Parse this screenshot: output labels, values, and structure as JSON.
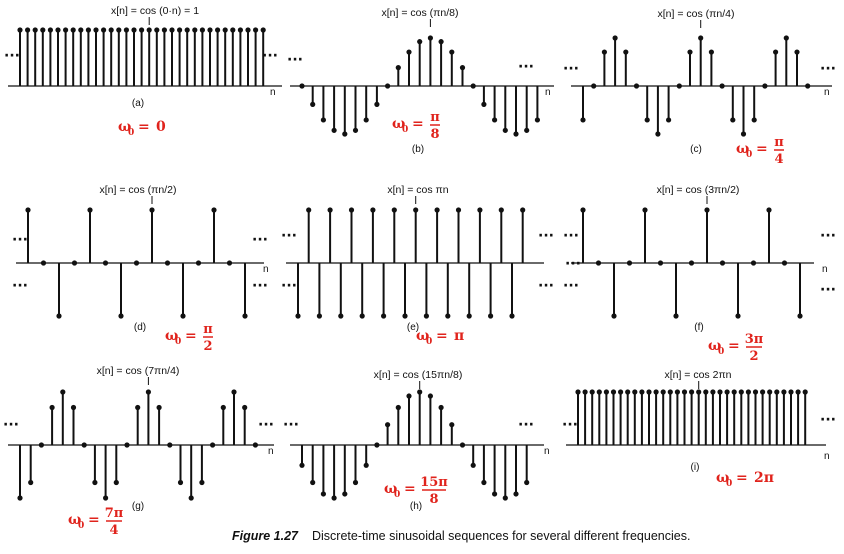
{
  "caption": {
    "figure_label": "Figure 1.27",
    "text": "Discrete-time sinusoidal sequences for several different frequencies."
  },
  "panels": [
    {
      "id": "a",
      "title": "x[n] = cos (0·n) = 1",
      "label": "(a)",
      "axis": "n",
      "w0_num": "0",
      "w0_den": "",
      "omega_symbol": "ω",
      "omega_sub": "0",
      "freq_pi": 0,
      "samples": [
        1,
        1,
        1,
        1,
        1,
        1,
        1,
        1,
        1,
        1,
        1,
        1,
        1,
        1,
        1,
        1,
        1,
        1,
        1,
        1,
        1,
        1,
        1,
        1,
        1,
        1,
        1,
        1,
        1,
        1,
        1,
        1,
        1,
        1
      ]
    },
    {
      "id": "b",
      "title": "x[n] = cos (πn/8)",
      "label": "(b)",
      "axis": "n",
      "w0_num": "π",
      "w0_den": "8",
      "omega_symbol": "ω",
      "omega_sub": "0",
      "freq_pi": 0.125,
      "samples": []
    },
    {
      "id": "c",
      "title": "x[n] = cos (πn/4)",
      "label": "(c)",
      "axis": "n",
      "w0_num": "π",
      "w0_den": "4",
      "omega_symbol": "ω",
      "omega_sub": "0",
      "freq_pi": 0.25,
      "samples": []
    },
    {
      "id": "d",
      "title": "x[n] = cos (πn/2)",
      "label": "(d)",
      "axis": "n",
      "w0_num": "π",
      "w0_den": "2",
      "omega_symbol": "ω",
      "omega_sub": "0",
      "freq_pi": 0.5,
      "samples": []
    },
    {
      "id": "e",
      "title": "x[n] = cos πn",
      "label": "(e)",
      "axis": "",
      "w0_num": "π",
      "w0_den": "",
      "omega_symbol": "ω",
      "omega_sub": "0",
      "freq_pi": 1,
      "samples": []
    },
    {
      "id": "f",
      "title": "x[n] = cos (3πn/2)",
      "label": "(f)",
      "axis": "n",
      "w0_num": "3π",
      "w0_den": "2",
      "omega_symbol": "ω",
      "omega_sub": "0",
      "freq_pi": 1.5,
      "samples": []
    },
    {
      "id": "g",
      "title": "x[n] = cos (7πn/4)",
      "label": "(g)",
      "axis": "n",
      "w0_num": "7π",
      "w0_den": "4",
      "omega_symbol": "ω",
      "omega_sub": "0",
      "freq_pi": 1.75,
      "samples": []
    },
    {
      "id": "h",
      "title": "x[n] = cos (15πn/8)",
      "label": "(h)",
      "axis": "n",
      "w0_num": "15π",
      "w0_den": "8",
      "omega_symbol": "ω",
      "omega_sub": "0",
      "freq_pi": 1.875,
      "samples": []
    },
    {
      "id": "i",
      "title": "x[n] = cos 2πn",
      "label": "(i)",
      "axis": "n",
      "w0_num": "2π",
      "w0_den": "",
      "omega_symbol": "ω",
      "omega_sub": "0",
      "freq_pi": 2,
      "samples": []
    }
  ],
  "ellipsis": "···",
  "colors": {
    "ink": "#111111",
    "omega": "#e0231c"
  }
}
